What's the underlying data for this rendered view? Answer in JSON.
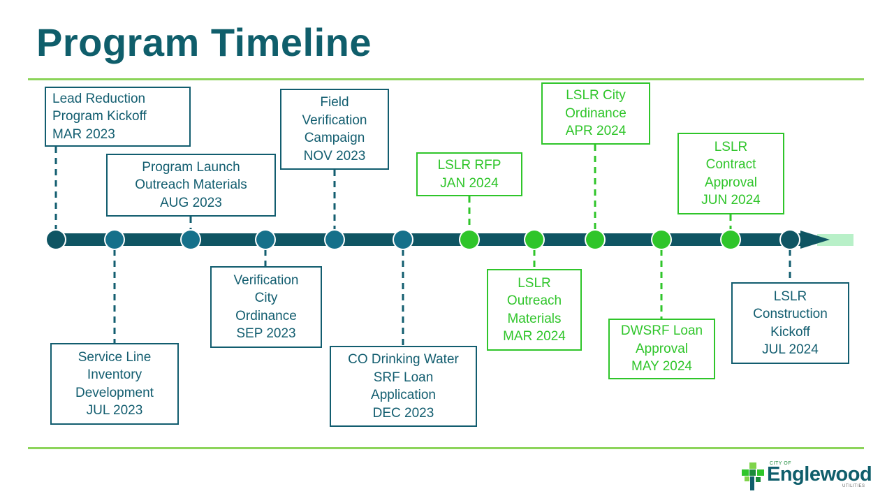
{
  "title": "Program Timeline",
  "colors": {
    "teal": "#125d6f",
    "bar": "#0f5563",
    "green": "#2fc52a",
    "rule": "#8cd45a",
    "bar_tail": "#b8f0c8"
  },
  "milestones": [
    {
      "lines": [
        "Lead Reduction",
        "Program Kickoff",
        "MAR 2023"
      ],
      "status": "completed",
      "side": "above"
    },
    {
      "lines": [
        "Service Line",
        "Inventory",
        "Development",
        "JUL 2023"
      ],
      "status": "completed",
      "side": "below"
    },
    {
      "lines": [
        "Program Launch",
        "Outreach Materials",
        "AUG 2023"
      ],
      "status": "completed",
      "side": "above"
    },
    {
      "lines": [
        "Verification",
        "City",
        "Ordinance",
        "SEP 2023"
      ],
      "status": "completed",
      "side": "below"
    },
    {
      "lines": [
        "Field",
        "Verification",
        "Campaign",
        "NOV 2023"
      ],
      "status": "completed",
      "side": "above"
    },
    {
      "lines": [
        "CO Drinking Water",
        "SRF Loan",
        "Application",
        "DEC 2023"
      ],
      "status": "completed",
      "side": "below"
    },
    {
      "lines": [
        "LSLR RFP",
        "JAN 2024"
      ],
      "status": "upcoming",
      "side": "above"
    },
    {
      "lines": [
        "LSLR",
        "Outreach",
        "Materials",
        "MAR 2024"
      ],
      "status": "upcoming",
      "side": "below"
    },
    {
      "lines": [
        "LSLR City",
        "Ordinance",
        "APR 2024"
      ],
      "status": "upcoming",
      "side": "above"
    },
    {
      "lines": [
        "DWSRF Loan",
        "Approval",
        "MAY 2024"
      ],
      "status": "upcoming",
      "side": "below"
    },
    {
      "lines": [
        "LSLR",
        "Contract",
        "Approval",
        "JUN 2024"
      ],
      "status": "upcoming",
      "side": "above"
    },
    {
      "lines": [
        "LSLR",
        "Construction",
        "Kickoff",
        "JUL 2024"
      ],
      "status": "completed",
      "side": "below"
    }
  ],
  "logo": {
    "city": "CITY OF",
    "name": "Englewood",
    "sub": "UTILITIES"
  }
}
